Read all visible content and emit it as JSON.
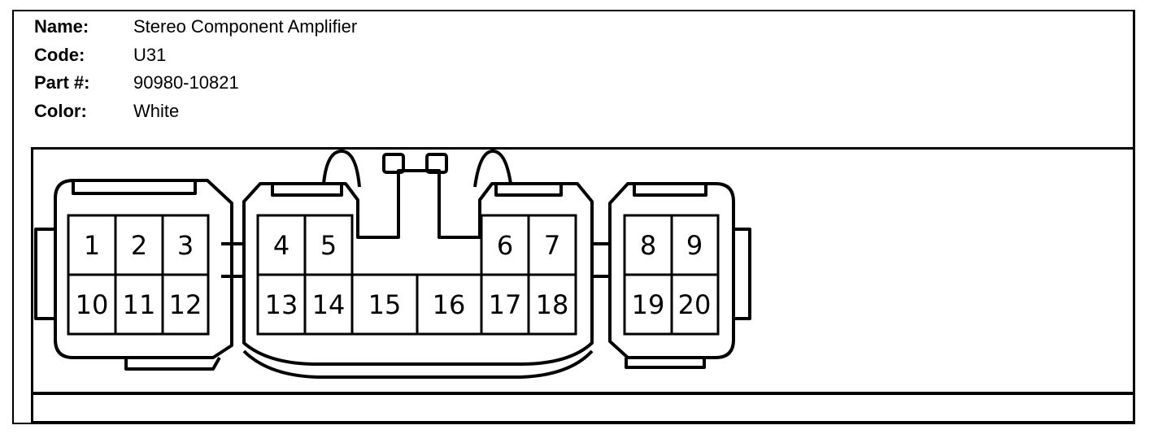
{
  "fields": [
    {
      "label": "Name:",
      "value": "Stereo Component Amplifier"
    },
    {
      "label": "Code:",
      "value": "U31"
    },
    {
      "label": "Part #:",
      "value": "90980-10821"
    },
    {
      "label": "Color:",
      "value": "White"
    }
  ],
  "pins": [
    "1",
    "2",
    "3",
    "4",
    "5",
    "6",
    "7",
    "8",
    "9",
    "10",
    "11",
    "12",
    "13",
    "14",
    "15",
    "16",
    "17",
    "18",
    "19",
    "20"
  ],
  "colors": {
    "line": "#000000",
    "background": "#ffffff"
  }
}
